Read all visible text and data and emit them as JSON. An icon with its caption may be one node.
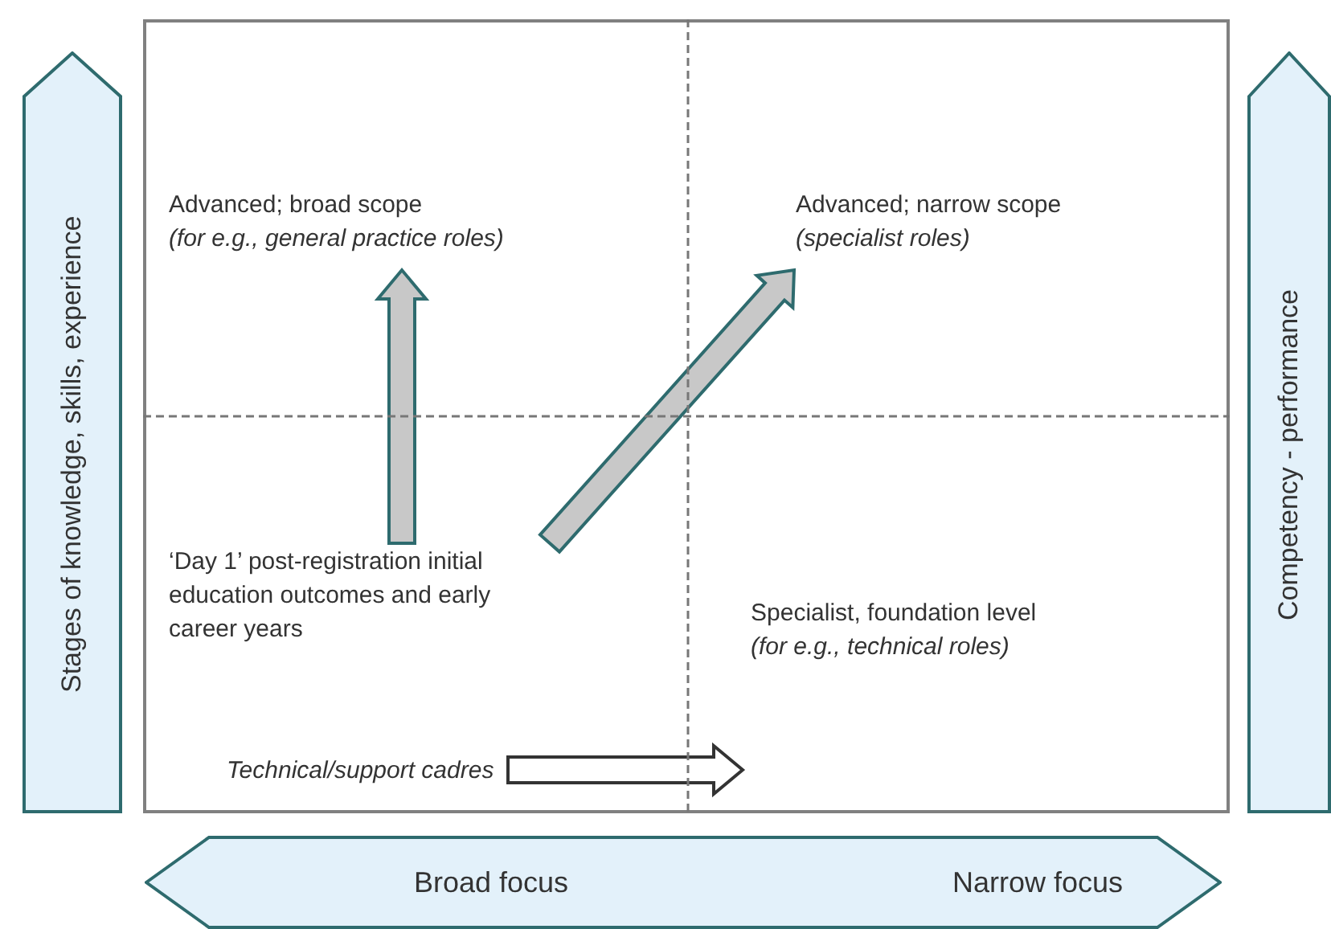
{
  "diagram": {
    "nodes": [
      {
        "text": [],
        "shape": "box"
      },
      {
        "text": [
          "Advanced; broad scope",
          "(for e.g., general practice roles)"
        ],
        "in": 0
      },
      {
        "text": [
          "Advanced; narrow scope",
          "(specialist roles)"
        ],
        "in": 0
      },
      {
        "text": [
          "‘Day 1’  post-registration initial education outcomes and early career years"
        ],
        "in": 0
      },
      {
        "text": [
          "Specialist, foundation level",
          "(for  e.g., technical roles)"
        ],
        "in": 0
      },
      {
        "text": [
          "Technical/support cadres"
        ],
        "in": 0
      },
      {
        "text": [
          "Stages of knowledge, skills, experience"
        ]
      },
      {
        "text": [
          "Competency - performance"
        ]
      },
      {
        "text": [
          "Broad focus",
          "Narrow focus"
        ]
      }
    ],
    "edges": [
      {
        "from": 3,
        "to": 1,
        "arrow": "to"
      },
      {
        "from": 3,
        "to": 2,
        "arrow": "to"
      },
      {
        "from": 5,
        "to": null,
        "arrow": "to",
        "color": "#333333"
      }
    ]
  }
}
